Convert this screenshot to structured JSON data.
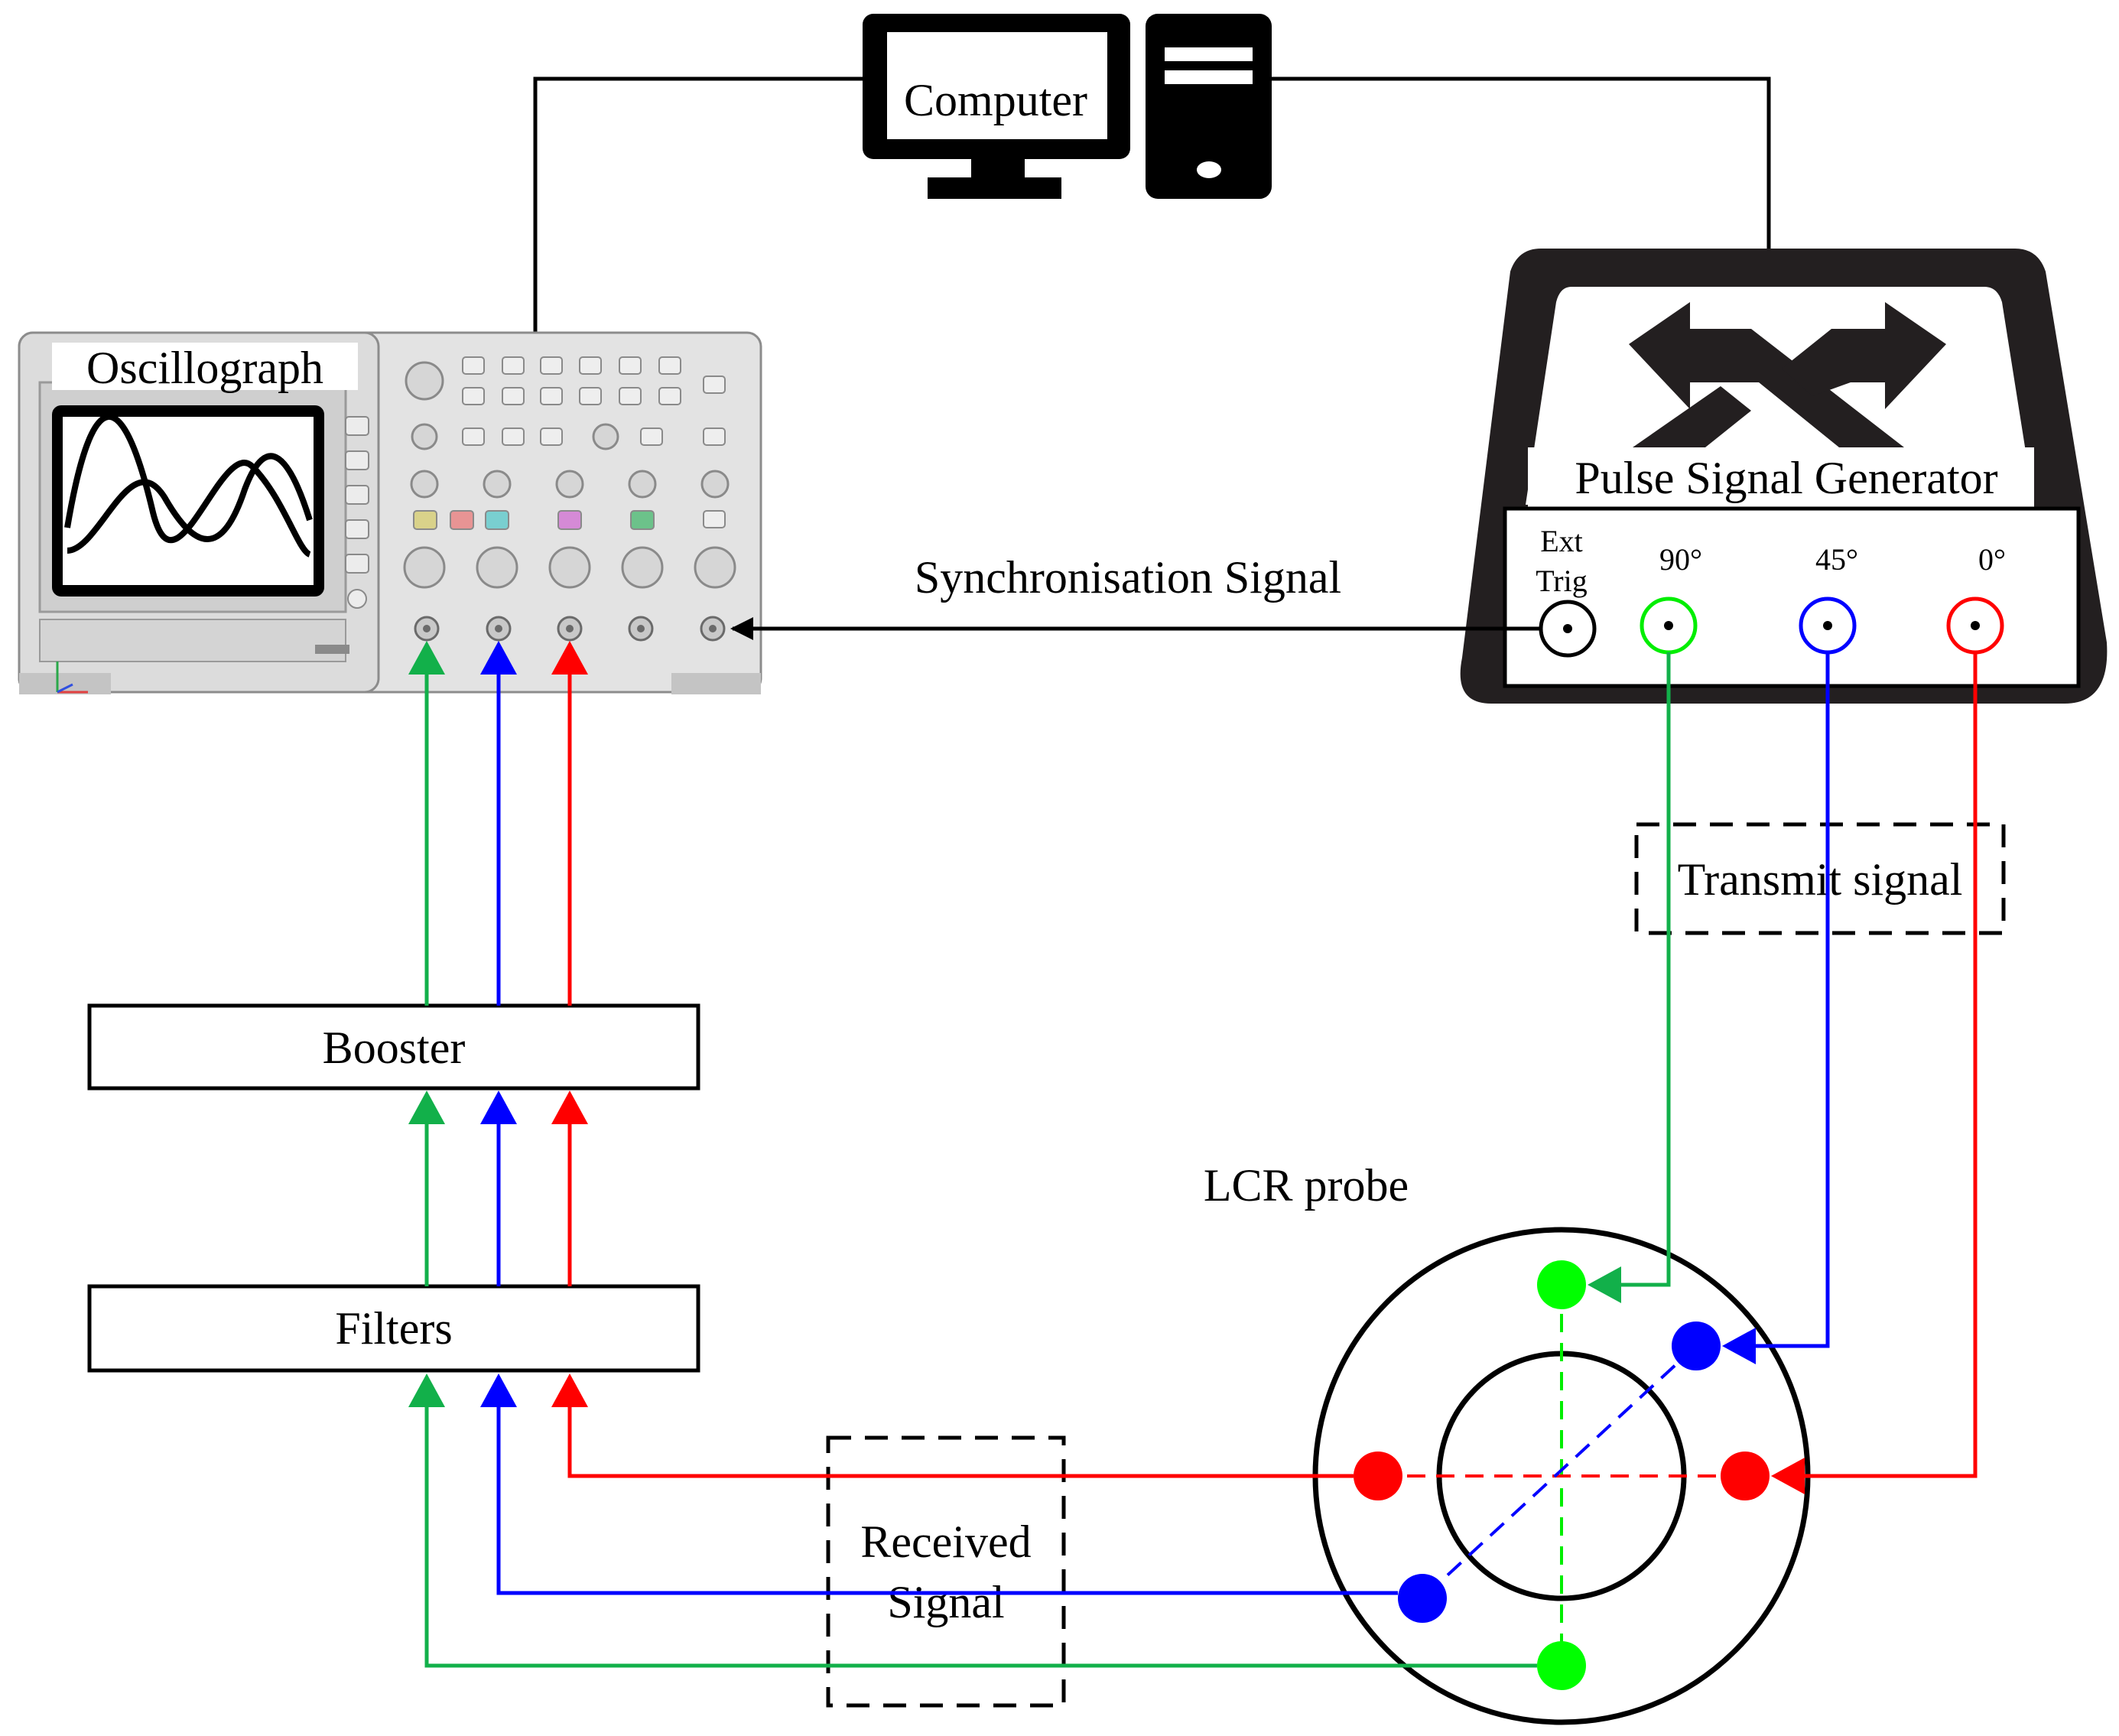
{
  "computer": {
    "label": "Computer"
  },
  "oscilloscope": {
    "label": "Oscillograph"
  },
  "generator": {
    "label": "Pulse Signal Generator",
    "ext_line1": "Ext",
    "ext_line2": "Trig",
    "ch90": "90°",
    "ch45": "45°",
    "ch0": "0°"
  },
  "sync": {
    "label": "Synchronisation Signal"
  },
  "transmit": {
    "label": "Transmit signal"
  },
  "booster": {
    "label": "Booster"
  },
  "filters": {
    "label": "Filters"
  },
  "received": {
    "line1": "Received",
    "line2": "Signal"
  },
  "probe": {
    "label": "LCR probe"
  },
  "colors": {
    "green_line": "#12b04a",
    "blue": "#0000ff",
    "red": "#ff0000",
    "green_dot": "#00ff00",
    "black": "#000000"
  }
}
